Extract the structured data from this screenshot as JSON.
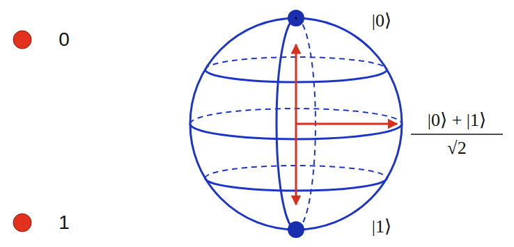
{
  "diagram": {
    "labels": [
      "0",
      "1",
      "|0⟩",
      "|0⟩ + |1⟩",
      "√2",
      "|1⟩"
    ]
  }
}
